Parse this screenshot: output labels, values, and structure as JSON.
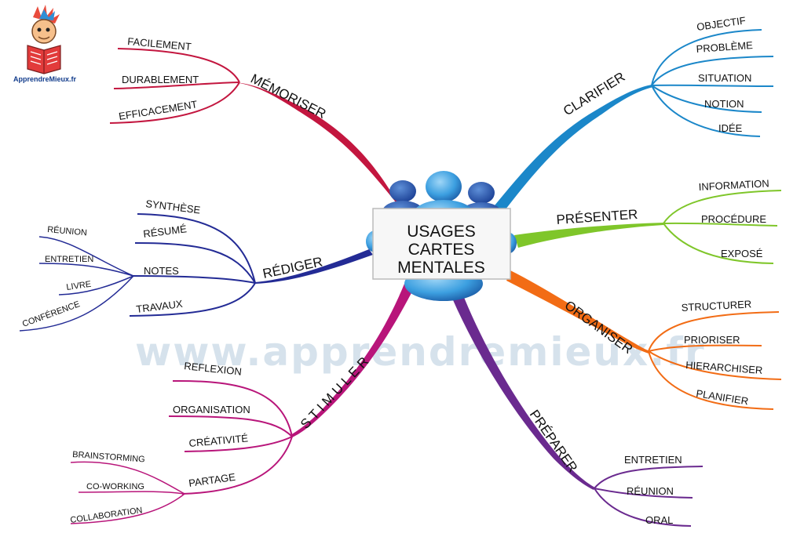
{
  "center": {
    "lines": [
      "USAGES",
      "CARTES",
      "MENTALES"
    ]
  },
  "logo": {
    "text": "ApprendreMieux.fr"
  },
  "watermark": {
    "text": "www.apprendremieux.fr"
  },
  "branches": {
    "memoriser": {
      "label": "MÉMORISER",
      "color": "#c3163f",
      "leaves": [
        "FACILEMENT",
        "DURABLEMENT",
        "EFFICACEMENT"
      ]
    },
    "rediger": {
      "label": "RÉDIGER",
      "color": "#232b95",
      "leaves": [
        "SYNTHÈSE",
        "RÉSUMÉ",
        "NOTES",
        "TRAVAUX"
      ],
      "notes_leaves": [
        "RÉUNION",
        "ENTRETIEN",
        "LIVRE",
        "CONFÉRENCE"
      ]
    },
    "stimuler": {
      "label": "S T I M U L E R",
      "color": "#b8157a",
      "leaves": [
        "REFLEXION",
        "ORGANISATION",
        "CRÉATIVITÉ",
        "PARTAGE"
      ],
      "partage_leaves": [
        "BRAINSTORMING",
        "CO-WORKING",
        "COLLABORATION"
      ]
    },
    "clarifier": {
      "label": "CLARIFIER",
      "color": "#1b87c9",
      "leaves": [
        "OBJECTIF",
        "PROBLÈME",
        "SITUATION",
        "NOTION",
        "IDÉE"
      ]
    },
    "presenter": {
      "label": "PRÉSENTER",
      "color": "#7fc62a",
      "leaves": [
        "INFORMATION",
        "PROCÉDURE",
        "EXPOSÉ"
      ]
    },
    "organiser": {
      "label": "ORGANISER",
      "color": "#f26c15",
      "leaves": [
        "STRUCTURER",
        "PRIORISER",
        "HIERARCHISER",
        "PLANIFIER"
      ]
    },
    "preparer": {
      "label": "PRÉPARER",
      "color": "#6a2a8f",
      "leaves": [
        "ENTRETIEN",
        "RÉUNION",
        "ORAL"
      ]
    }
  }
}
